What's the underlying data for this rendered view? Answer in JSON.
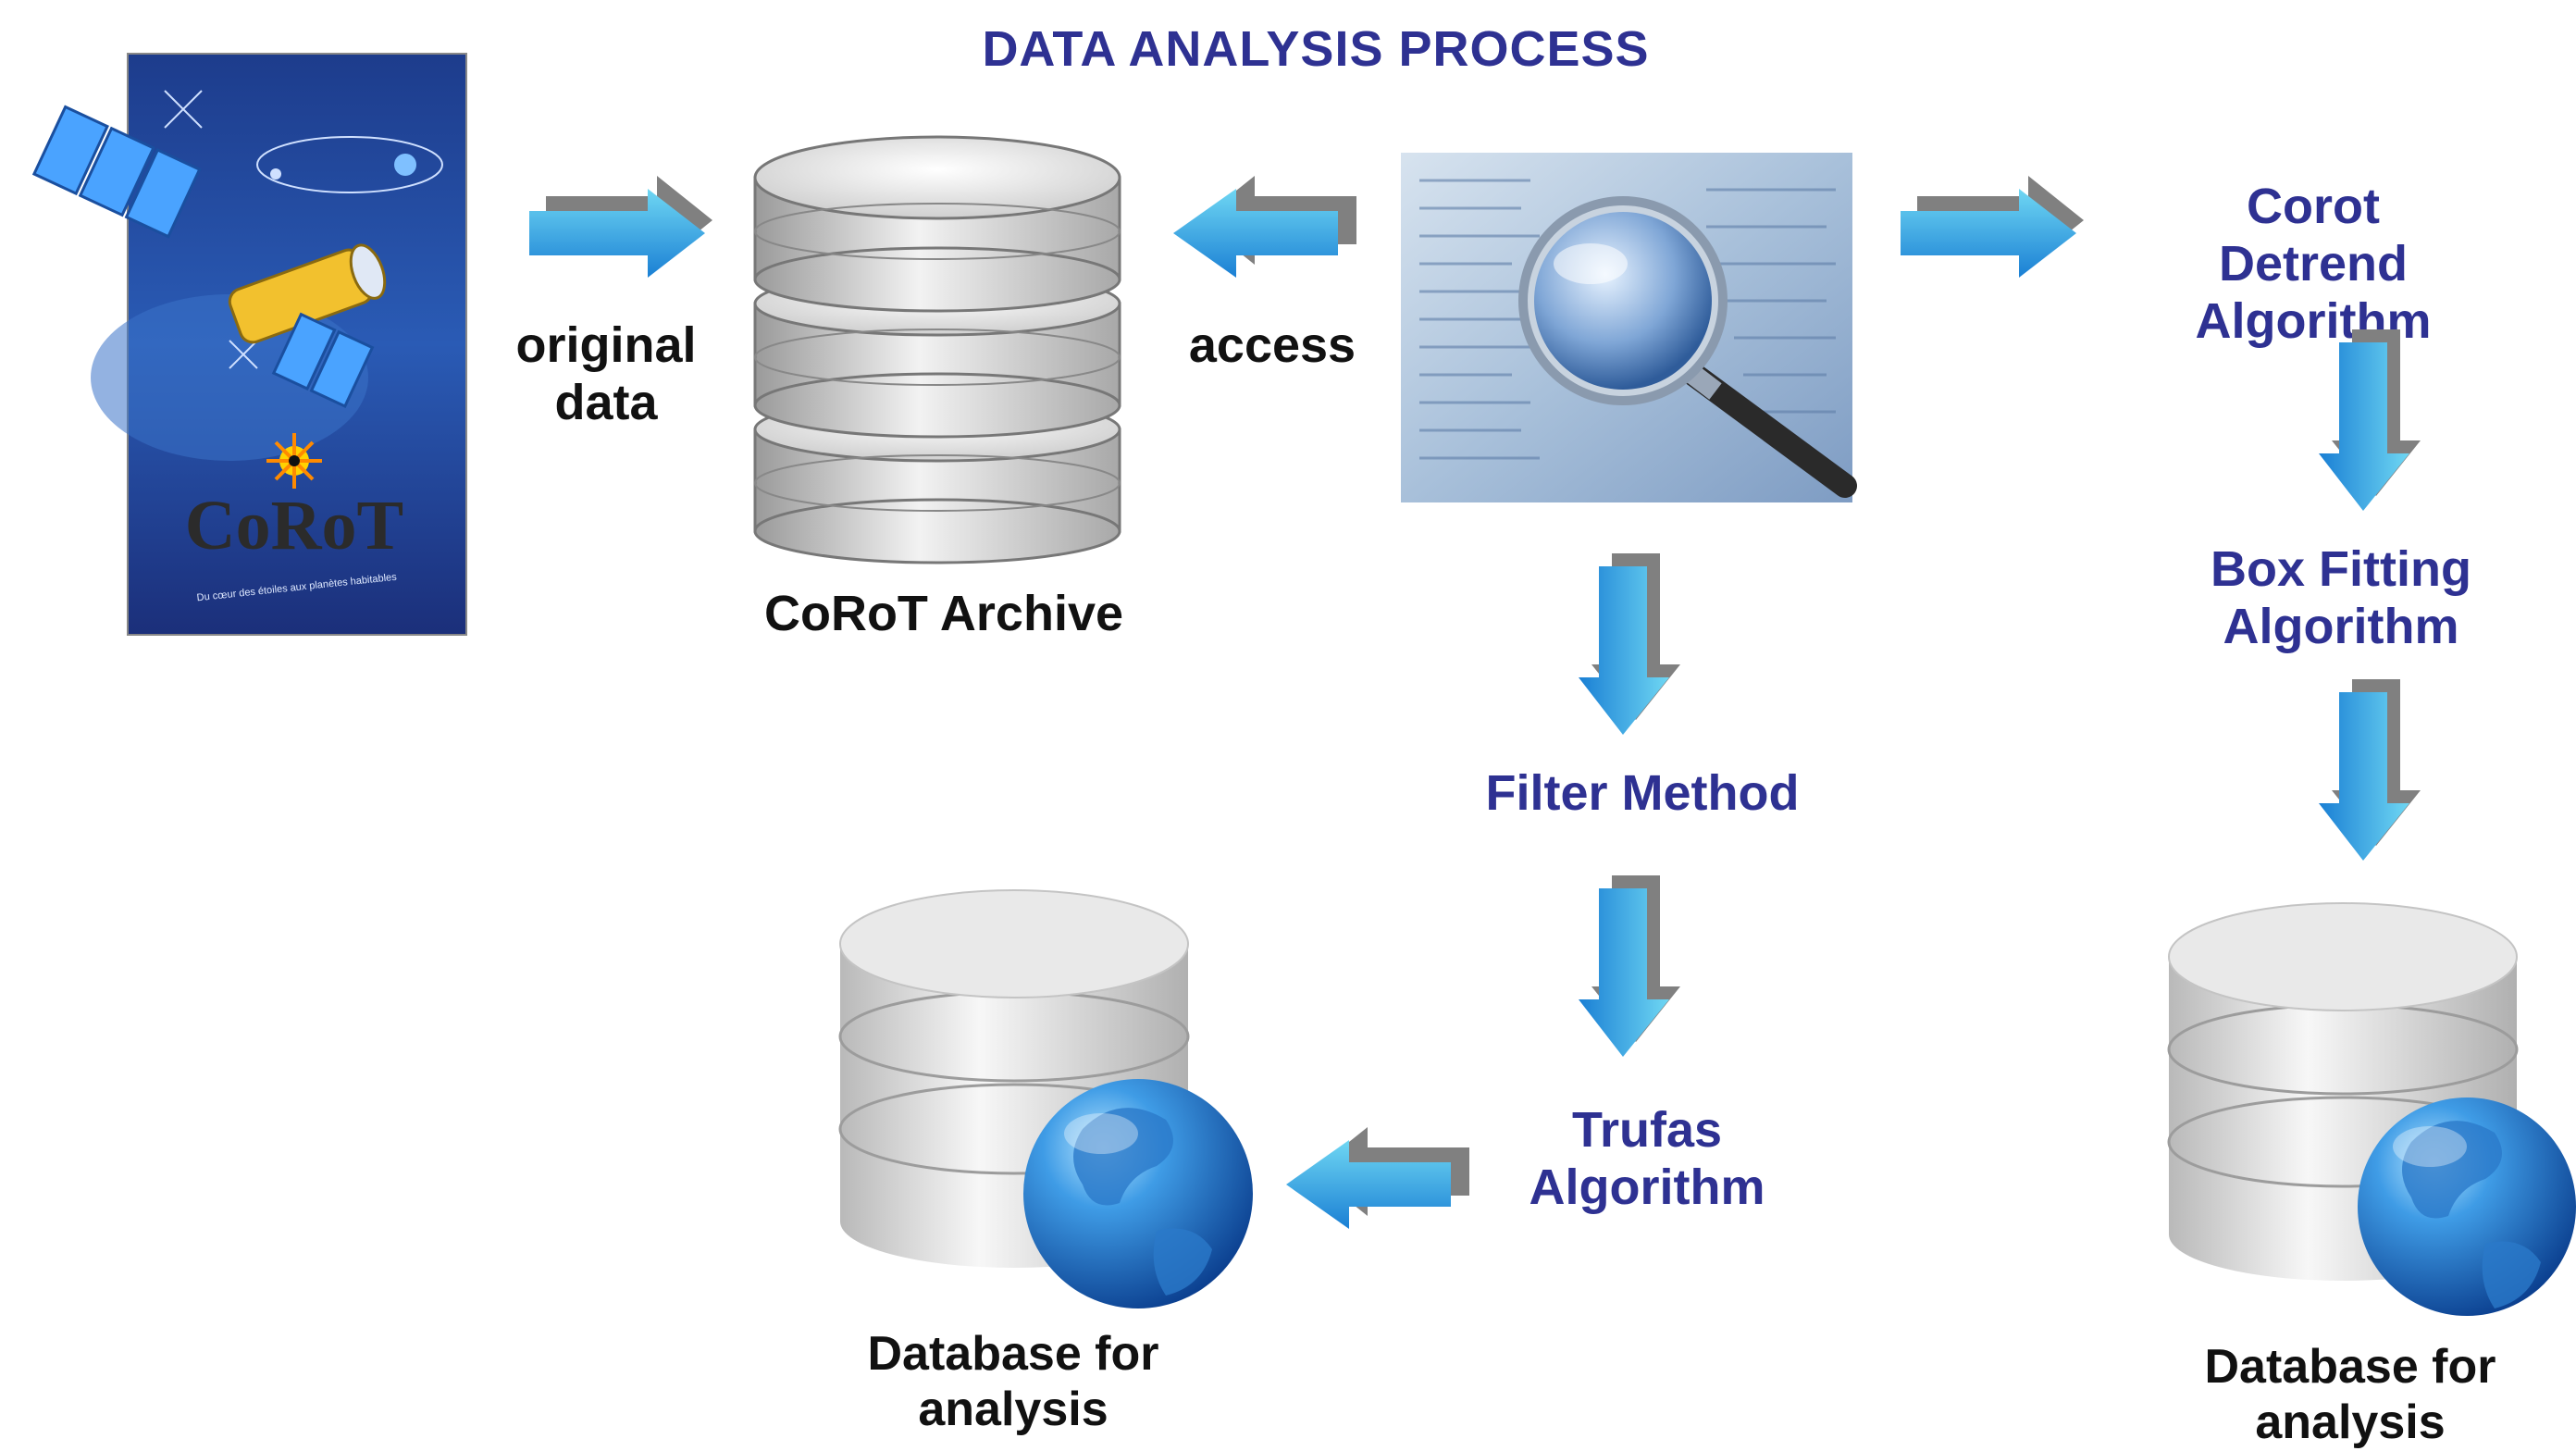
{
  "title": "DATA ANALYSIS PROCESS",
  "labels": {
    "original_data": "original\ndata",
    "access": "access",
    "archive": "CoRoT Archive",
    "corot_detrend": "Corot\nDetrend\nAlgorithm",
    "box_fitting": "Box Fitting\nAlgorithm",
    "filter_method": "Filter Method",
    "trufas": "Trufas\nAlgorithm",
    "db_left": "Database for\nanalysis",
    "db_right": "Database for\nanalysis"
  },
  "logo": {
    "text": "CoRoT",
    "tagline": "Du cœur des étoiles aux planètes habitables"
  },
  "colors": {
    "title": "#2e3192",
    "arrow_top": "#5bd0f0",
    "arrow_bottom": "#1e88d8",
    "arrow_shadow": "#808080",
    "poster_bg": "#1f3f8f"
  }
}
